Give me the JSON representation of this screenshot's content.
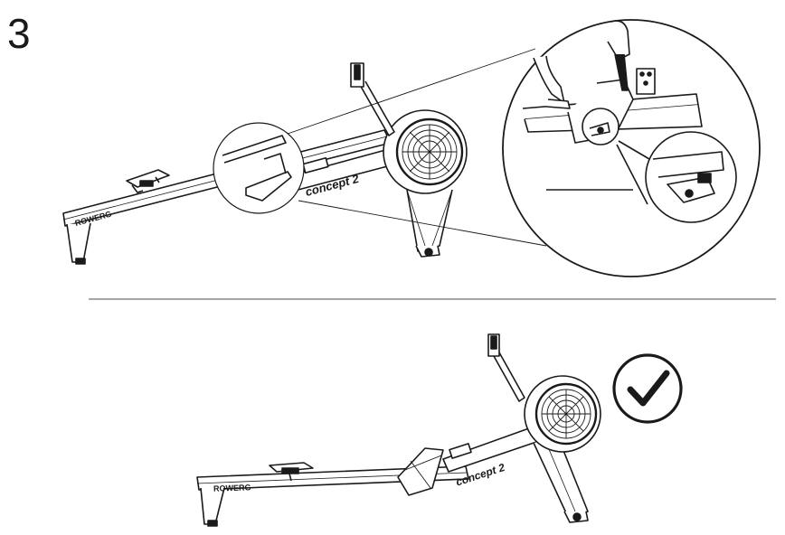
{
  "step": {
    "number": "3"
  },
  "machine": {
    "brand": "concept 2",
    "model": "ROWERG"
  },
  "icons": {
    "check": "check-circle-icon",
    "detail": "magnify-circle-icon"
  },
  "colors": {
    "ink": "#1a1a1a",
    "divider": "#888888",
    "background": "#ffffff"
  }
}
